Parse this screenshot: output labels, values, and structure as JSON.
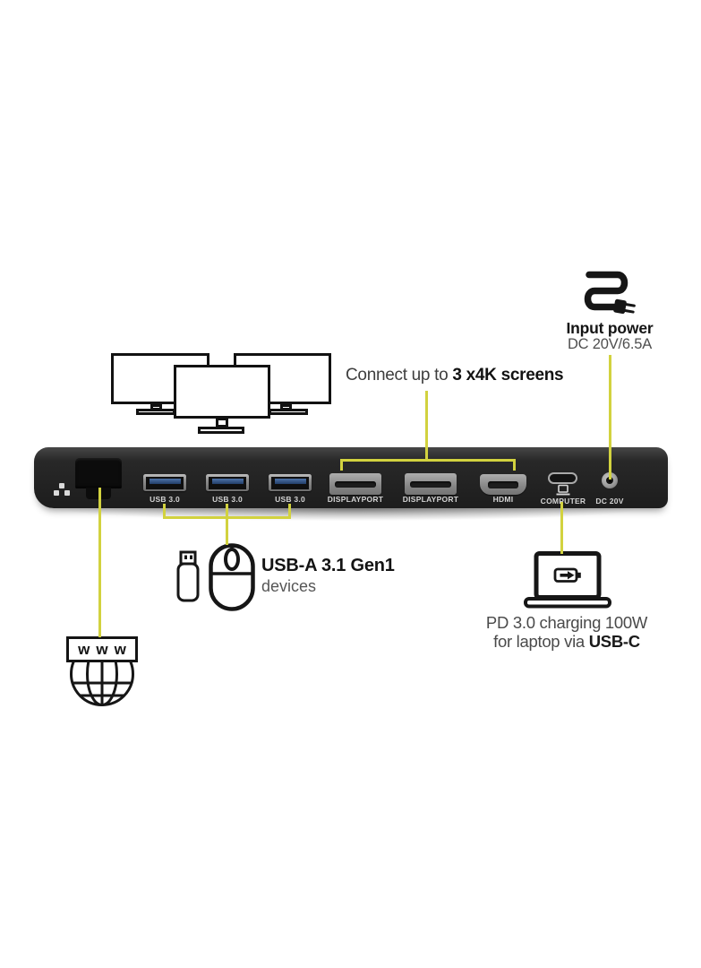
{
  "colors": {
    "accent_yellow": "#d2d23f",
    "dock_black": "#242424",
    "port_metal": "#9e9e9e",
    "usb_blue": "#2f5384",
    "ink": "#161616",
    "muted": "#4f4f4f"
  },
  "input_power": {
    "title": "Input power",
    "subtitle": "DC 20V/6.5A"
  },
  "screens_note": {
    "prefix": "Connect up to ",
    "bold": "3 x4K screens"
  },
  "usb_note": {
    "title": "USB-A 3.1 Gen1",
    "subtitle": "devices"
  },
  "charging_note": {
    "line1": "PD 3.0 charging 100W",
    "line2_prefix": "for laptop via ",
    "line2_bold": "USB-C"
  },
  "internet_note": {
    "label": "www"
  },
  "dock": {
    "ports": {
      "usb1": {
        "label": "USB 3.0"
      },
      "usb2": {
        "label": "USB 3.0"
      },
      "usb3": {
        "label": "USB 3.0"
      },
      "dp1": {
        "label": "DISPLAYPORT"
      },
      "dp2": {
        "label": "DISPLAYPORT"
      },
      "hdmi": {
        "label": "HDMI"
      },
      "usbc": {
        "label": "COMPUTER"
      },
      "dc": {
        "label": "DC 20V"
      }
    }
  }
}
